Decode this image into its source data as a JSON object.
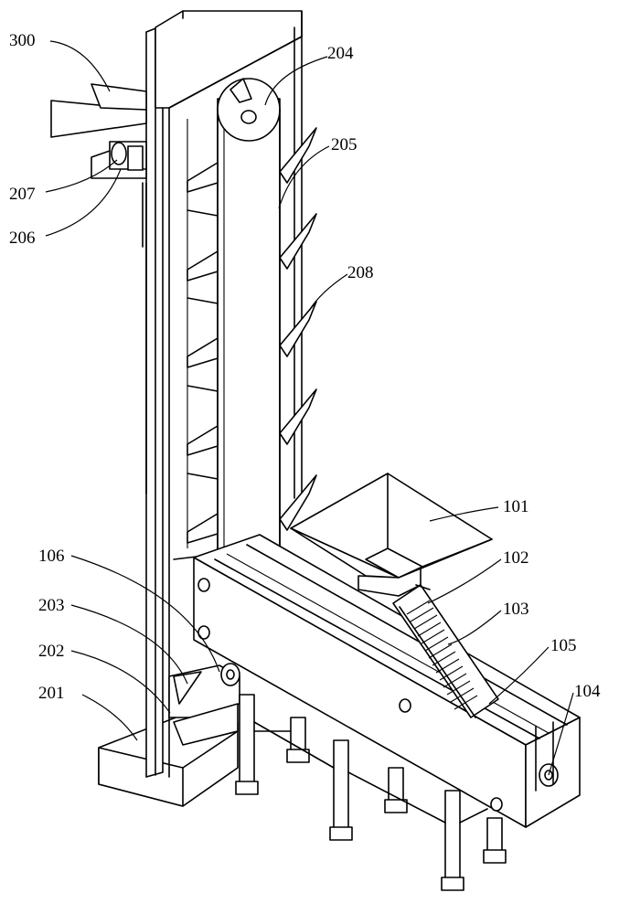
{
  "labels": {
    "l300": "300",
    "l204": "204",
    "l205": "205",
    "l207": "207",
    "l206": "206",
    "l208": "208",
    "l101": "101",
    "l102": "102",
    "l103": "103",
    "l105": "105",
    "l104": "104",
    "l106": "106",
    "l203": "203",
    "l202": "202",
    "l201": "201"
  }
}
